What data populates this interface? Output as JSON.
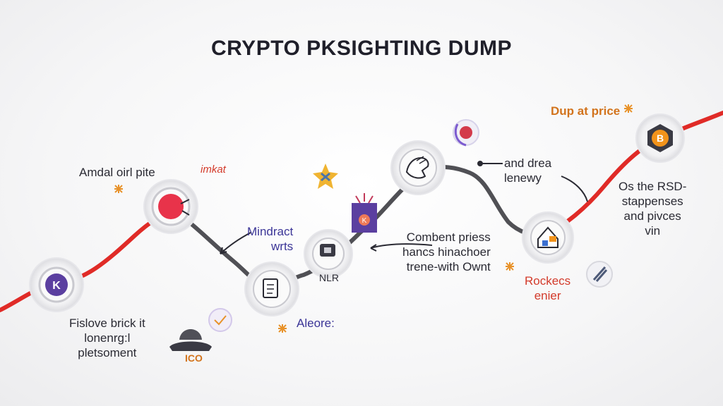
{
  "title": "CRYPTO PKSIGHTING DUMP",
  "labels": {
    "amdal": "Amdal oirl pite",
    "imkat": "imkat",
    "mindract": "Mindract\nwrts",
    "fislove": "Fislove brick it\nlonenrg:l\npletsoment",
    "aleore": "Aleore:",
    "node_nlr": "NLR",
    "combent": "Combent priess\nhancs hinachoer\ntrene-with Ownt",
    "and_drea": "and drea\nlenewy",
    "dup_price": "Dup at price",
    "os_the": "Os the RSD-\nstappenses\nand pivces\nvin",
    "rockecs": "Rockecs\nenier",
    "ticker": "ICO"
  },
  "colors": {
    "rise": "#e02b27",
    "flat": "#505055",
    "accent_orange": "#e8922a",
    "accent_purple": "#5b3fa0",
    "bitcoin": "#f2931b"
  }
}
